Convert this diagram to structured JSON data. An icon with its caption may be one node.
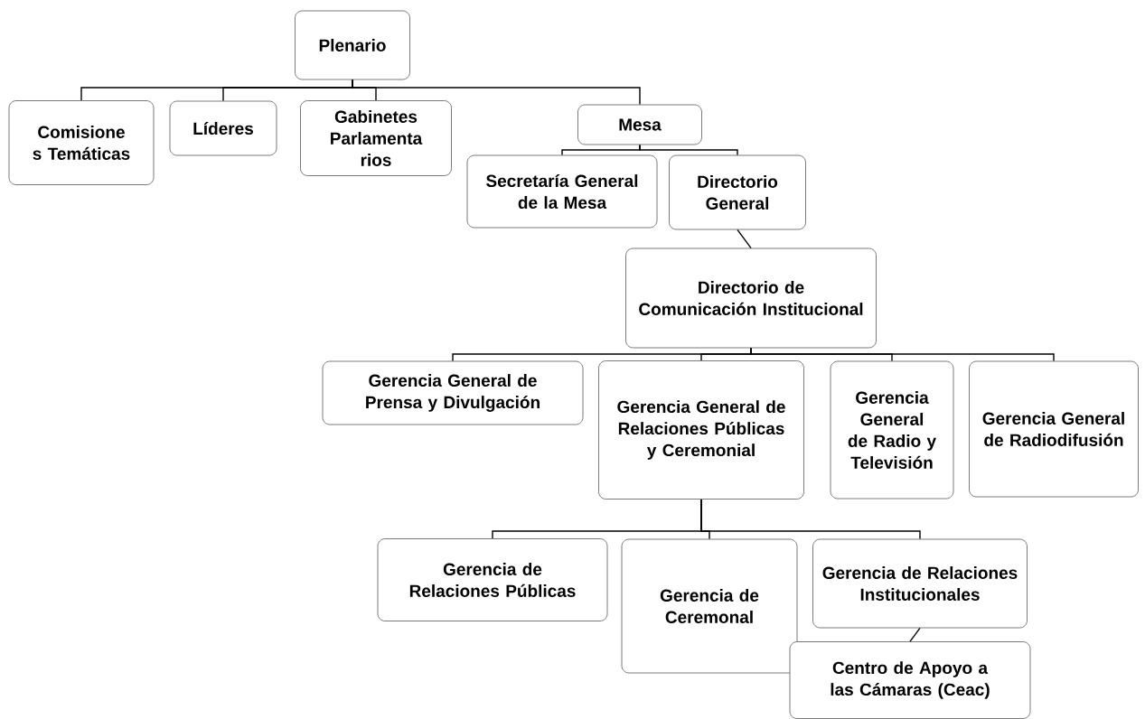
{
  "diagram": {
    "nodes": [
      {
        "text": [
          "Plenario"
        ]
      },
      {
        "text": [
          "Comisione s Temáticas"
        ]
      },
      {
        "text": [
          "Líderes"
        ]
      },
      {
        "text": [
          "Gabinetes Parlamenta rios"
        ]
      },
      {
        "text": [
          "Mesa"
        ]
      },
      {
        "text": [
          "Secretaría General de la Mesa"
        ]
      },
      {
        "text": [
          "Directorio General"
        ]
      },
      {
        "text": [
          "Directorio de Comunicación Institucional"
        ]
      },
      {
        "text": [
          "Gerencia General de Prensa y Divulgación"
        ]
      },
      {
        "text": [
          "Gerencia General de Relaciones Públicas y Ceremonial"
        ]
      },
      {
        "text": [
          "Gerencia General de Radio y Televisión"
        ]
      },
      {
        "text": [
          "Gerencia General de Radiodifusión"
        ]
      },
      {
        "text": [
          "Gerencia de Relaciones Públicas"
        ]
      },
      {
        "text": [
          "Gerencia de Ceremonal"
        ]
      },
      {
        "text": [
          "Gerencia de Relaciones Institucionales"
        ]
      },
      {
        "text": [
          "Centro de Apoyo a las Cámaras (Ceac)"
        ]
      }
    ],
    "edges": [
      {
        "from": 0,
        "to": 1,
        "arrow": "none"
      },
      {
        "from": 0,
        "to": 2,
        "arrow": "none"
      },
      {
        "from": 0,
        "to": 3,
        "arrow": "none"
      },
      {
        "from": 0,
        "to": 4,
        "arrow": "none"
      },
      {
        "from": 4,
        "to": 5,
        "arrow": "none"
      },
      {
        "from": 4,
        "to": 6,
        "arrow": "none"
      },
      {
        "from": 6,
        "to": 7,
        "arrow": "none"
      },
      {
        "from": 7,
        "to": 8,
        "arrow": "none"
      },
      {
        "from": 7,
        "to": 9,
        "arrow": "none"
      },
      {
        "from": 7,
        "to": 10,
        "arrow": "none"
      },
      {
        "from": 7,
        "to": 11,
        "arrow": "none"
      },
      {
        "from": 9,
        "to": 12,
        "arrow": "none"
      },
      {
        "from": 9,
        "to": 13,
        "arrow": "none"
      },
      {
        "from": 9,
        "to": 14,
        "arrow": "none"
      },
      {
        "from": 14,
        "to": 15,
        "arrow": "none"
      }
    ]
  }
}
